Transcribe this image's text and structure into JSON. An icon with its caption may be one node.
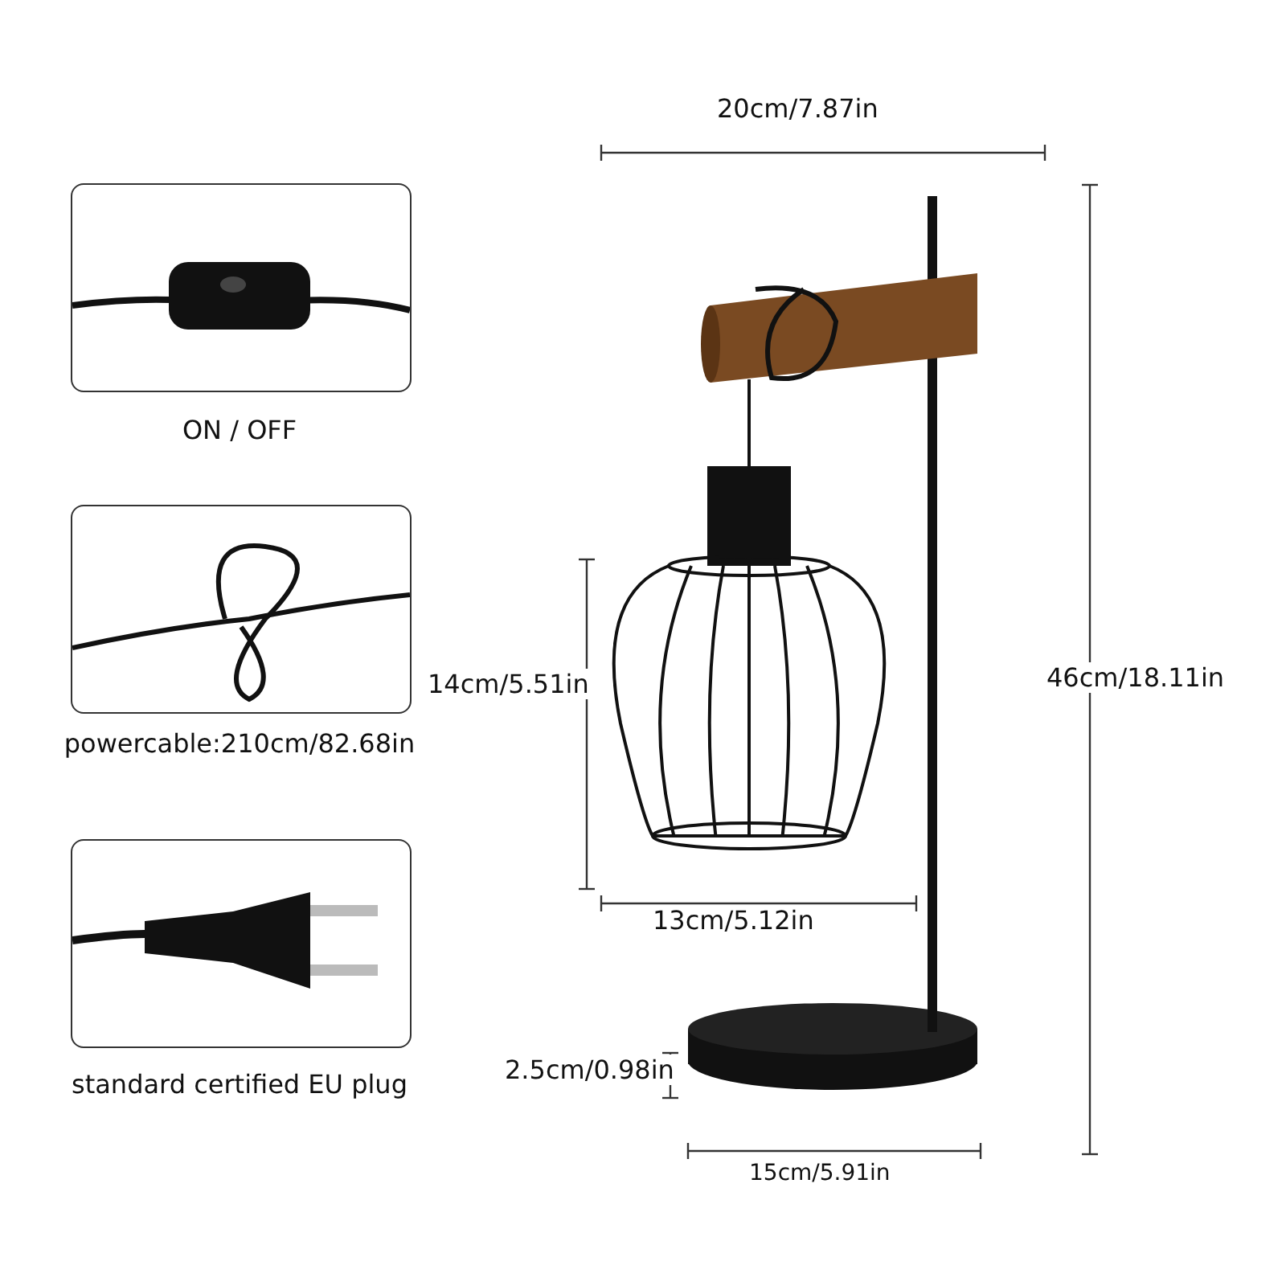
{
  "diagram": {
    "nodes": [
      {
        "text": [],
        "shape": "picture",
        "beside": [
          "ON / OFF"
        ]
      },
      {
        "text": [],
        "shape": "picture",
        "beside": [
          "powercable:210cm/82.68in"
        ]
      },
      {
        "text": [],
        "shape": "picture",
        "beside": [
          "standard certified EU plug"
        ]
      }
    ],
    "labels": [
      "20cm/7.87in",
      "14cm/5.51in",
      "46cm/18.11in",
      "13cm/5.12in",
      "2.5cm/0.98in",
      "15cm/5.91in"
    ]
  }
}
